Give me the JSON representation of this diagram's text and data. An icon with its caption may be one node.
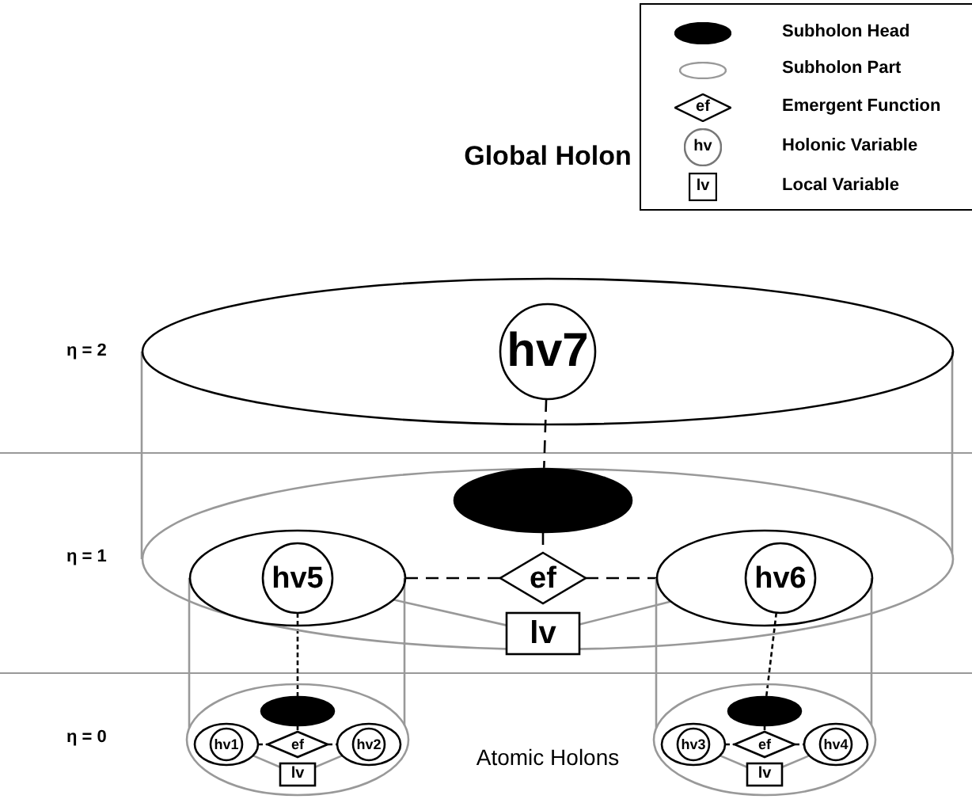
{
  "diagram": {
    "nodes": [
      {
        "text": [
          "Global Holon"
        ]
      },
      {
        "text": [
          "hv7"
        ],
        "in": 0
      },
      {
        "text": [],
        "shape": "ellipse"
      },
      {
        "text": [],
        "shape": "ellipse",
        "in": 2
      },
      {
        "text": [
          "ef"
        ],
        "in": 2
      },
      {
        "text": [
          "lv"
        ],
        "in": 2
      },
      {
        "text": [],
        "shape": "ellipse",
        "in": 2
      },
      {
        "text": [
          "hv5"
        ],
        "in": 6
      },
      {
        "text": [],
        "shape": "ellipse",
        "in": 2
      },
      {
        "text": [
          "hv6"
        ],
        "in": 8
      },
      {
        "text": [],
        "shape": "ellipse"
      },
      {
        "text": [],
        "shape": "ellipse",
        "in": 10
      },
      {
        "text": [],
        "shape": "ellipse",
        "in": 10
      },
      {
        "text": [
          "hv1"
        ],
        "in": 12
      },
      {
        "text": [
          "ef"
        ],
        "in": 10
      },
      {
        "text": [],
        "shape": "ellipse",
        "in": 10
      },
      {
        "text": [
          "hv2"
        ],
        "in": 15
      },
      {
        "text": [
          "lv"
        ],
        "in": 10
      },
      {
        "text": [],
        "shape": "ellipse"
      },
      {
        "text": [],
        "shape": "ellipse",
        "in": 18
      },
      {
        "text": [],
        "shape": "ellipse",
        "in": 18
      },
      {
        "text": [
          "hv3"
        ],
        "in": 20
      },
      {
        "text": [
          "ef"
        ],
        "in": 18
      },
      {
        "text": [],
        "shape": "ellipse",
        "in": 18
      },
      {
        "text": [
          "hv4"
        ],
        "in": 23
      },
      {
        "text": [
          "lv"
        ],
        "in": 18
      }
    ],
    "edges": [
      {
        "from": 1,
        "to": 3,
        "arrow": "none",
        "style": "dashed"
      },
      {
        "from": 3,
        "to": 4,
        "arrow": "none",
        "style": "dashed"
      },
      {
        "from": 6,
        "to": 4,
        "arrow": "none",
        "style": "dashed"
      },
      {
        "from": 4,
        "to": 8,
        "arrow": "none",
        "style": "dashed"
      },
      {
        "from": 5,
        "to": 6,
        "arrow": "none",
        "color": "#999999"
      },
      {
        "from": 5,
        "to": 8,
        "arrow": "none",
        "color": "#999999"
      },
      {
        "from": 7,
        "to": 11,
        "arrow": "none",
        "style": "dashed"
      },
      {
        "from": 9,
        "to": 19,
        "arrow": "none",
        "style": "dashed"
      },
      {
        "from": 11,
        "to": 14,
        "arrow": "none",
        "style": "dashed"
      },
      {
        "from": 12,
        "to": 14,
        "arrow": "none",
        "style": "dashed"
      },
      {
        "from": 14,
        "to": 15,
        "arrow": "none",
        "style": "dashed"
      },
      {
        "from": 17,
        "to": 12,
        "arrow": "none",
        "color": "#999999"
      },
      {
        "from": 17,
        "to": 15,
        "arrow": "none",
        "color": "#999999"
      },
      {
        "from": 19,
        "to": 22,
        "arrow": "none",
        "style": "dashed"
      },
      {
        "from": 20,
        "to": 22,
        "arrow": "none",
        "style": "dashed"
      },
      {
        "from": 22,
        "to": 23,
        "arrow": "none",
        "style": "dashed"
      },
      {
        "from": 25,
        "to": 20,
        "arrow": "none",
        "color": "#999999"
      },
      {
        "from": 25,
        "to": 23,
        "arrow": "none",
        "color": "#999999"
      },
      {
        "from": 0,
        "to": 2,
        "arrow": "none",
        "color": "#999999"
      },
      {
        "from": 0,
        "to": 2,
        "arrow": "none",
        "color": "#999999"
      },
      {
        "from": 6,
        "to": 10,
        "arrow": "none",
        "color": "#999999"
      },
      {
        "from": 6,
        "to": 10,
        "arrow": "none",
        "color": "#999999"
      },
      {
        "from": 8,
        "to": 18,
        "arrow": "none",
        "color": "#999999"
      },
      {
        "from": 8,
        "to": 18,
        "arrow": "none",
        "color": "#999999"
      }
    ],
    "labels": [
      "ef",
      "hv",
      "lv",
      "η = 2",
      "η = 1",
      "η = 0",
      "Atomic Holons"
    ],
    "legend": [
      {
        "text": "Subholon Head"
      },
      {
        "text": "Subholon Part"
      },
      {
        "text": "Emergent Function"
      },
      {
        "text": "Holonic Variable"
      },
      {
        "text": "Local Variable"
      }
    ]
  }
}
